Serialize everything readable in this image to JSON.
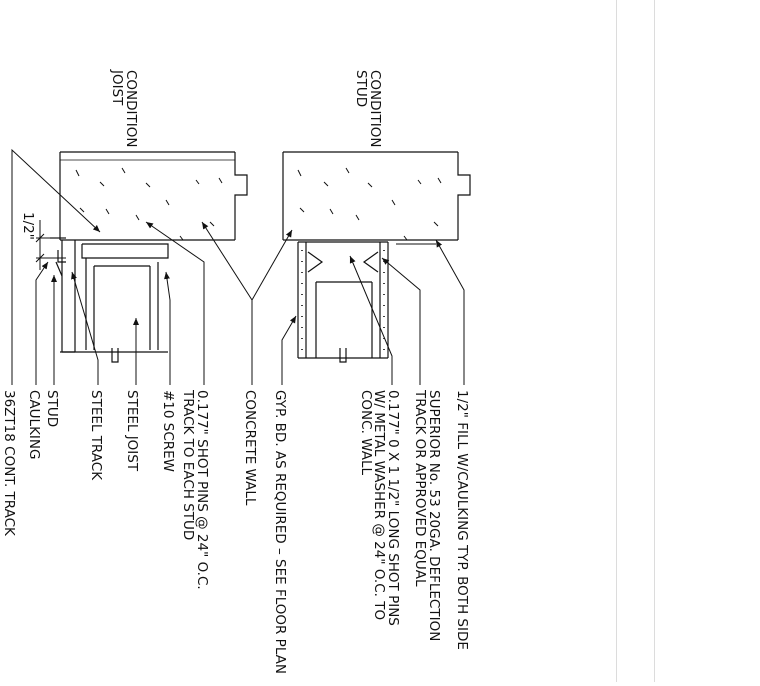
{
  "sheet": {
    "background": "#ffffff",
    "line_color": "#111111",
    "panel_border_color": "#dcdcdc"
  },
  "details": {
    "joist": {
      "title_line1": "JOIST",
      "title_line2": "CONDITION",
      "dimension": "1/2\"",
      "callouts": [
        "36ZT18 CONT. TRACK",
        "CAULKING",
        "STUD",
        "STEEL TRACK",
        "STEEL JOIST",
        "#10 SCREW",
        "TRACK TO EACH STUD",
        "0.177\" SHOT PINS @ 24\" O.C."
      ]
    },
    "stud": {
      "title_line1": "STUD",
      "title_line2": "CONDITION",
      "callouts": [
        "GYP. BD. AS REQUIRED – SEE FLOOR PLAN",
        "CONC. WALL",
        "W/ METAL WASHER @ 24\" O.C. TO",
        "0.177\" 0 X 1 1/2\" LONG SHOT PINS",
        "TRACK OR APPROVED EQUAL",
        "SUPERIOR No. 53 20GA. DEFLECTION",
        "1/2\" FILL W/CAULKING TYP. BOTH SIDE"
      ]
    },
    "shared_callouts": [
      "CONCRETE WALL"
    ]
  }
}
